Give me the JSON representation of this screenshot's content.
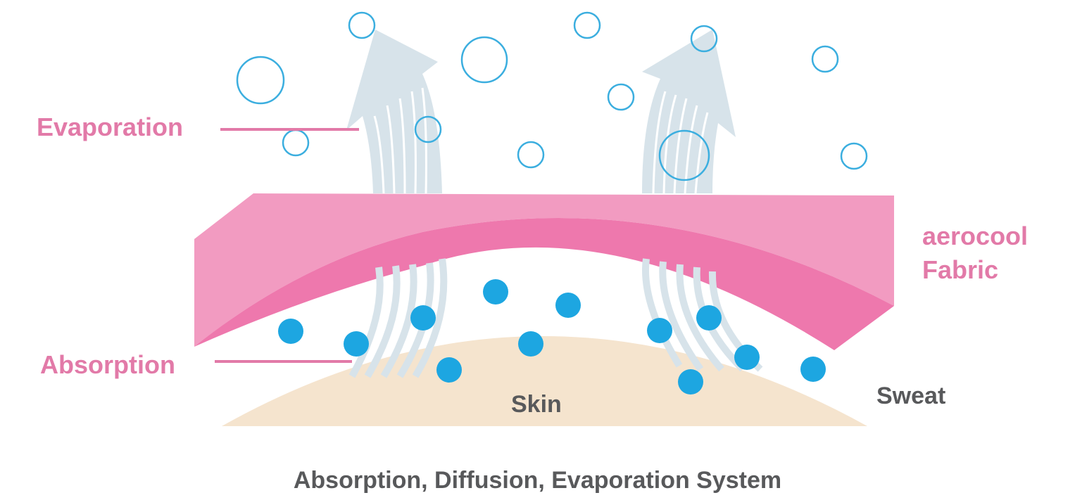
{
  "labels": {
    "evaporation": "Evaporation",
    "absorption": "Absorption",
    "fabric_line1": "aerocool",
    "fabric_line2": "Fabric",
    "skin": "Skin",
    "sweat": "Sweat"
  },
  "caption": "Absorption, Diffusion, Evaporation System",
  "colors": {
    "label_pink": "#E27AA8",
    "label_gray": "#58595B",
    "fabric_light": "#F29BC1",
    "fabric_dark": "#EE78AD",
    "fabric_side": "#F6C3D8",
    "skin": "#F5E4CE",
    "arrow": "#D7E3EA",
    "bubble_outline": "#3BAEDF",
    "sweat_drop": "#1DA6E1"
  },
  "icons": [
    "evaporation-arrow-icon",
    "vapor-bubble-icon",
    "sweat-drop-icon",
    "wicking-strand-icon"
  ]
}
